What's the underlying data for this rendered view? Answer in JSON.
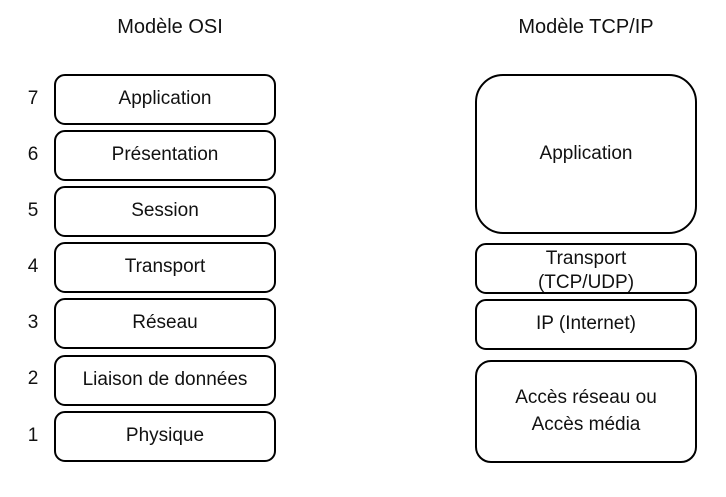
{
  "osi": {
    "title": "Modèle OSI",
    "layers": [
      {
        "number": "7",
        "label": "Application"
      },
      {
        "number": "6",
        "label": "Présentation"
      },
      {
        "number": "5",
        "label": "Session"
      },
      {
        "number": "4",
        "label": "Transport"
      },
      {
        "number": "3",
        "label": "Réseau"
      },
      {
        "number": "2",
        "label": "Liaison de données"
      },
      {
        "number": "1",
        "label": "Physique"
      }
    ]
  },
  "tcpip": {
    "title": "Modèle TCP/IP",
    "layers": [
      {
        "label": "Application"
      },
      {
        "label_line1": "Transport",
        "label_line2": "(TCP/UDP)"
      },
      {
        "label": "IP (Internet)"
      },
      {
        "label_line1": "Accès réseau ou",
        "label_line2": "Accès média"
      }
    ]
  }
}
